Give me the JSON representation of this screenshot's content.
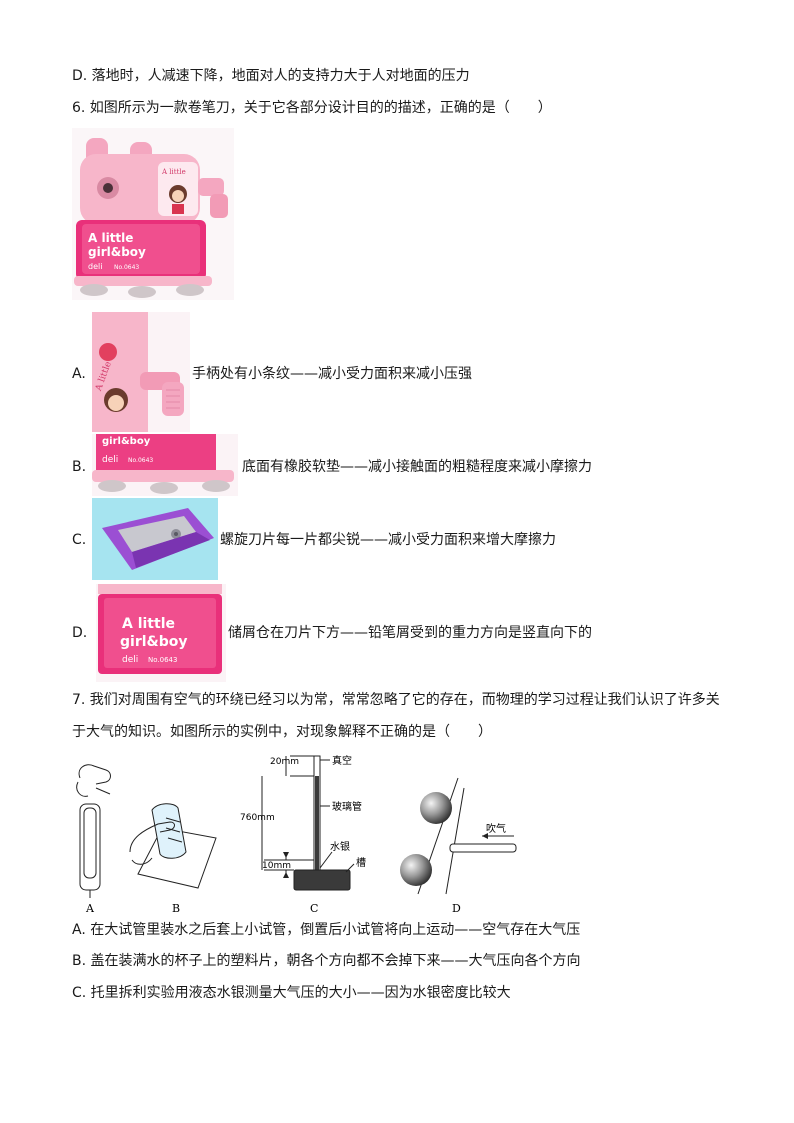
{
  "q5": {
    "option_d": "D. 落地时，人减速下降，地面对人的支持力大于人对地面的压力"
  },
  "q6": {
    "stem": "6. 如图所示为一款卷笔刀，关于它各部分设计目的的描述，正确的是（　　）",
    "main_image_text": {
      "brand_line1": "A little",
      "brand_line2": "girl&boy",
      "logo": "deli",
      "model": "No.0643"
    },
    "options": [
      {
        "letter": "A.",
        "text": "手柄处有小条纹——减小受力面积来减小压强"
      },
      {
        "letter": "B.",
        "text": "底面有橡胶软垫——减小接触面的粗糙程度来减小摩擦力"
      },
      {
        "letter": "C.",
        "text": "螺旋刀片每一片都尖锐——减小受力面积来增大摩擦力"
      },
      {
        "letter": "D.",
        "text": "储屑仓在刀片下方——铅笔屑受到的重力方向是竖直向下的"
      }
    ]
  },
  "q7": {
    "stem_line1": "7. 我们对周围有空气的环绕已经习以为常，常常忽略了它的存在，而物理的学习过程让我们认识了许多关",
    "stem_line2": "于大气的知识。如图所示的实例中，对现象解释不正确的是（　　）",
    "figure": {
      "label_a": "A",
      "label_b": "B",
      "label_c": "C",
      "label_d": "D",
      "vacuum": "真空",
      "tube": "玻璃管",
      "mercury": "水银",
      "trough": "槽",
      "h20": "20mm",
      "h760": "760mm",
      "h10": "10mm",
      "blow": "吹气"
    },
    "options": [
      "A. 在大试管里装水之后套上小试管，倒置后小试管将向上运动——空气存在大气压",
      "B. 盖在装满水的杯子上的塑料片，朝各个方向都不会掉下来——大气压向各个方向",
      "C. 托里拆利实验用液态水银测量大气压的大小——因为水银密度比较大"
    ]
  }
}
